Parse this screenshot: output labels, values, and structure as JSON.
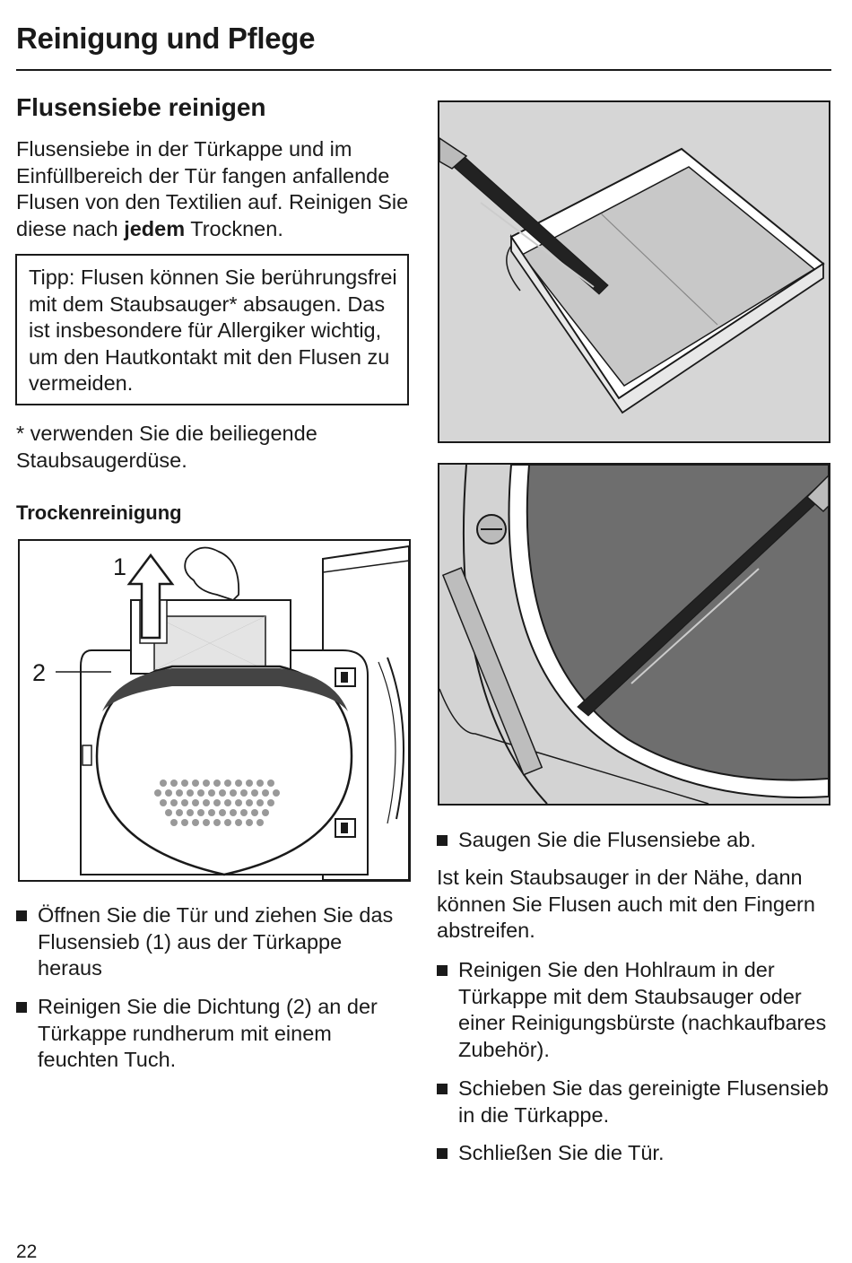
{
  "header": {
    "title": "Reinigung und Pflege"
  },
  "section": {
    "title": "Flusensiebe reinigen"
  },
  "intro": {
    "before": "Flusensiebe in der Türkappe und im Einfüllbereich der Tür fangen anfallende Flusen von den Textilien auf. Reinigen Sie diese nach ",
    "emphasis": "jedem",
    "after": " Trocknen."
  },
  "tip": {
    "text": "Tipp: Flusen können Sie berührungsfrei mit dem Staubsauger* absaugen. Das ist insbesondere für Allergiker wichtig, um den Hautkontakt mit den Flusen zu vermeiden."
  },
  "footnote": "* verwenden Sie die beiliegende Staubsaugerdüse.",
  "subheading": "Trockenreinigung",
  "figure_dryer": {
    "label_1": "1",
    "label_2": "2"
  },
  "steps_left": [
    "Öffnen Sie die Tür und ziehen Sie das Flusensieb (1) aus der Türkappe heraus",
    "Reinigen Sie die Dichtung (2) an der Türkappe rundherum mit einem feuchten Tuch."
  ],
  "steps_right_a": "Saugen Sie die Flusensiebe ab.",
  "right_paragraph": "Ist kein Staubsauger in der Nähe, dann können Sie Flusen auch mit den Fingern abstreifen.",
  "steps_right_b": [
    "Reinigen Sie den Hohlraum in der Türkappe mit dem Staubsauger oder einer Reinigungsbürste (nachkaufbares Zubehör).",
    "Schieben Sie das gereinigte Flusensieb in die Türkappe.",
    "Schließen Sie die Tür."
  ],
  "page_number": "22"
}
